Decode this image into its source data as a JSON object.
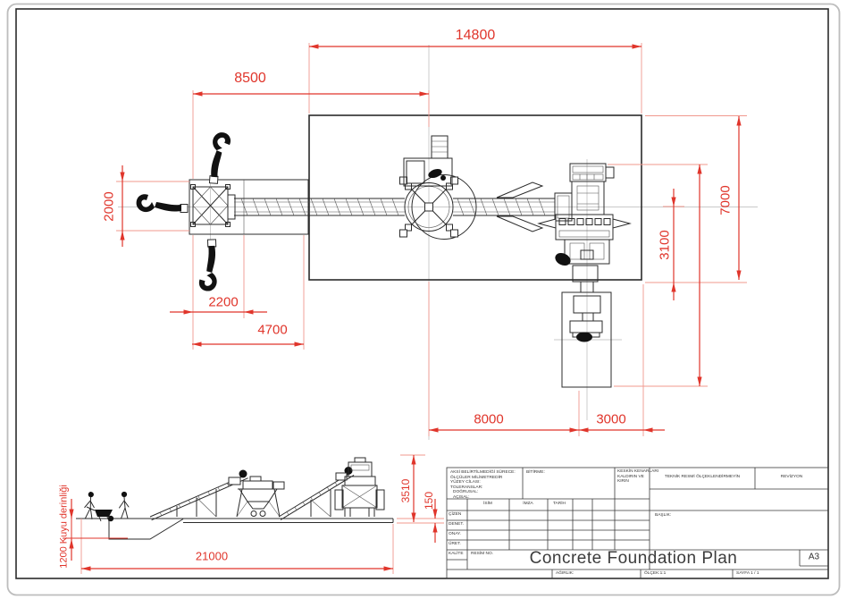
{
  "plan_view": {
    "dim_total_width": "14800",
    "dim_left_span": "8500",
    "dim_hopper_height": "2000",
    "dim_hopper_width": "2200",
    "dim_hopper_zone": "4700",
    "dim_foundation_height": "7000",
    "dim_axis_to_edge": "3100",
    "dim_bottom_left": "8000",
    "dim_bottom_right": "3000"
  },
  "elevation_view": {
    "dim_plant_height": "3510",
    "dim_slab_thickness": "150",
    "dim_total_length": "21000",
    "pit_depth_note": "1200 Kuyu derinliği"
  },
  "title_block": {
    "tolerance_lines": [
      "AKSİ BELİRTİLMEDİĞİ SÜRECE:",
      "ÖLÇÜLER MİLİMETREDİR",
      "YÜZEY CİLASI:",
      "TOLERANSLAR:",
      "DOĞRUSAL:",
      "AÇISAL:"
    ],
    "finish_label": "BİTİRME:",
    "edge_note_lines": [
      "KESKİN KENARLARI",
      "KALDIRIN VE",
      "KIRIN"
    ],
    "do_not_scale": "TEKNİK RESMİ ÖLÇEKLENDİRMEYİN",
    "revision_label": "REVİZYON",
    "sign_table": {
      "name": "İSİM",
      "signature": "İMZA",
      "date": "TARİH",
      "rows": [
        "ÇİZEN",
        "DENET.",
        "ONAY.",
        "ÜRET.",
        "KALİTE"
      ]
    },
    "title_label": "BAŞLIK:",
    "drawing_no_label": "RESİM NO.",
    "drawing_title": "Concrete Foundation Plan",
    "paper_size": "A3",
    "weight_label": "AĞIRLIK:",
    "scale_label": "ÖLÇEK:1:1",
    "sheet_label": "SAYFA 1 / 1"
  }
}
